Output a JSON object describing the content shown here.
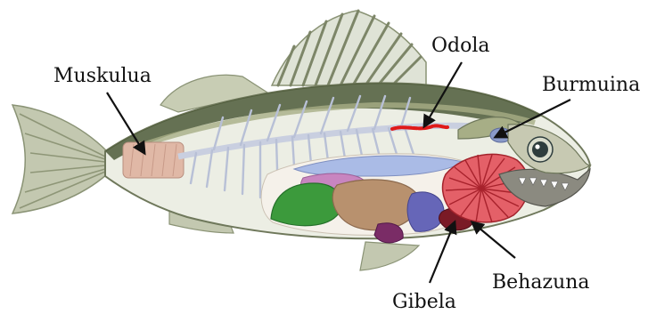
{
  "labels": {
    "muscle": "Muskulua",
    "blood_vessel": "Odola",
    "brain": "Burmuina",
    "heart": "Behazuna",
    "kidney": "Gibela"
  },
  "colors": {
    "background": "#ffffff",
    "body_dark": "#4d5a3a",
    "body_mid": "#a7ae86",
    "belly": "#eceee4",
    "fin": "#c3c8b0",
    "spine": "#c9cfe0",
    "gills": "#cc3c45",
    "gut_green": "#3c9a3c",
    "liver_tan": "#b8916e",
    "pink": "#c885c0",
    "blue": "#6666b8",
    "swim_bladder": "#aabbe6",
    "muscle_pink": "#e0b8a6",
    "vessel_red": "#e01919",
    "eye_dark": "#2e3d3d",
    "brain_blue": "#8a9ac8",
    "label_text": "#111111"
  }
}
